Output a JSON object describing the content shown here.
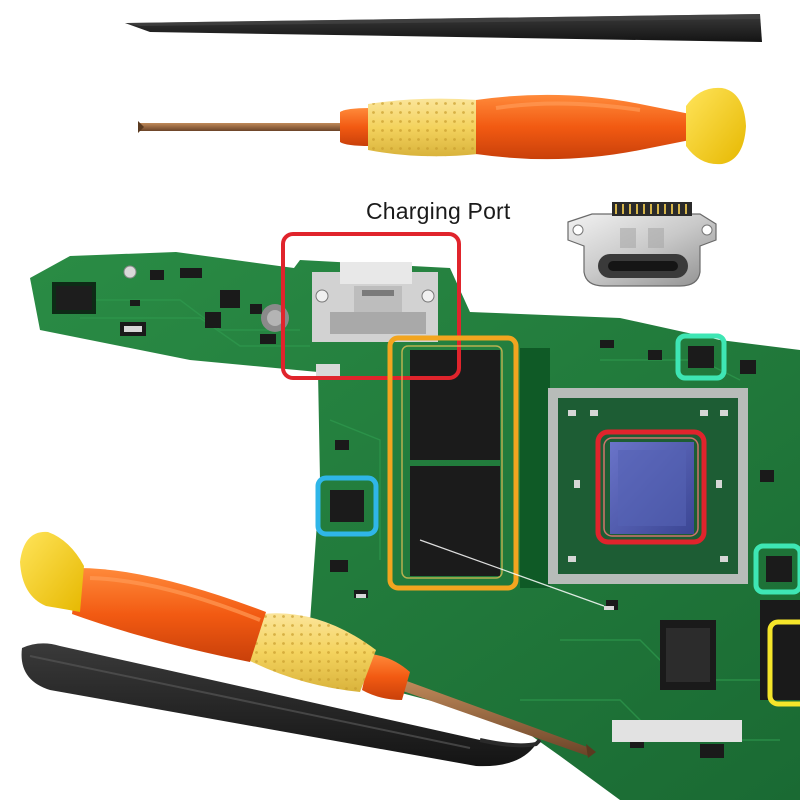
{
  "caption": {
    "charging_port_label": "Charging Port"
  },
  "components": {
    "pry_tool": "spudger-pry-tool",
    "screwdriver_top": "phillips-screwdriver",
    "screwdriver_bottom": "tri-wing-screwdriver",
    "tweezers": "curved-tweezers",
    "usb_c_port": "usb-c-charging-port-replacement",
    "board": "game-console-motherboard"
  },
  "highlight_colors": {
    "charging_port_box": "#e0242c",
    "ram_box": "#f2a51f",
    "cpu_box": "#e0242c",
    "chip_left": "#2fb6e8",
    "chip_right_top": "#3ee6b4",
    "chip_right_mid": "#3ee6b4",
    "chip_right_bottom": "#f5e52a"
  },
  "palette": {
    "pcb_green": "#1f7a3a",
    "tool_orange": "#f25a12",
    "grip_yellow": "#f4d35e",
    "tool_black": "#1c1c1c"
  }
}
